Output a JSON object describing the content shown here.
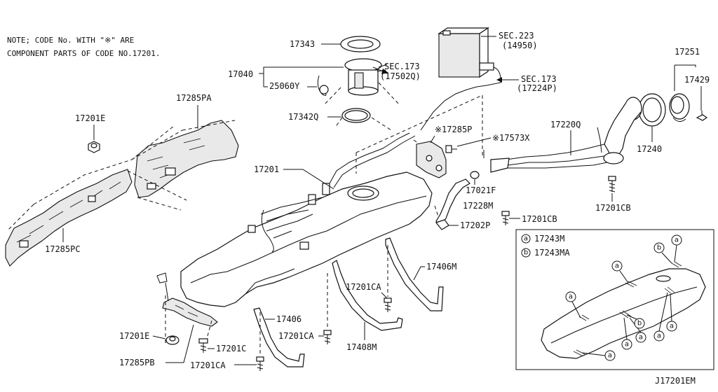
{
  "note": {
    "line1": "NOTE; CODE No. WITH \"※\" ARE",
    "line2": "COMPONENT PARTS OF CODE NO.17201."
  },
  "labels": {
    "p17343": "17343",
    "p17040": "17040",
    "p25060y": "25060Y",
    "p17342q": "17342Q",
    "sec173a_1": "SEC.173",
    "sec173a_2": "(17502Q)",
    "sec223_1": "SEC.223",
    "sec223_2": "(14950)",
    "sec173b_1": "SEC.173",
    "sec173b_2": "(17224P)",
    "p17251": "17251",
    "p17429": "17429",
    "p17285pa": "17285PA",
    "p17201e_top": "17201E",
    "p17285p": "※17285P",
    "p17573x": "※17573X",
    "p17220q": "17220Q",
    "p17240": "17240",
    "p17201": "17201",
    "p17021f": "17021F",
    "p17228m": "17228M",
    "p17201cb_mid": "17201CB",
    "p17201cb_right": "17201CB",
    "p17202p": "17202P",
    "p17285pc": "17285PC",
    "p17406m": "17406M",
    "p17201ca_mid": "17201CA",
    "p17406": "17406",
    "p17201e_bot": "17201E",
    "p17201c": "17201C",
    "p17201ca_bl": "17201CA",
    "p17201ca_bot": "17201CA",
    "p17408m": "17408M",
    "p17285pb": "17285PB",
    "diagram_code": "J17201EM"
  },
  "inset": {
    "legend_a_symbol": "a",
    "legend_a_code": "17243M",
    "legend_b_symbol": "b",
    "legend_b_code": "17243MA",
    "callout_a": "a",
    "callout_b": "b"
  }
}
